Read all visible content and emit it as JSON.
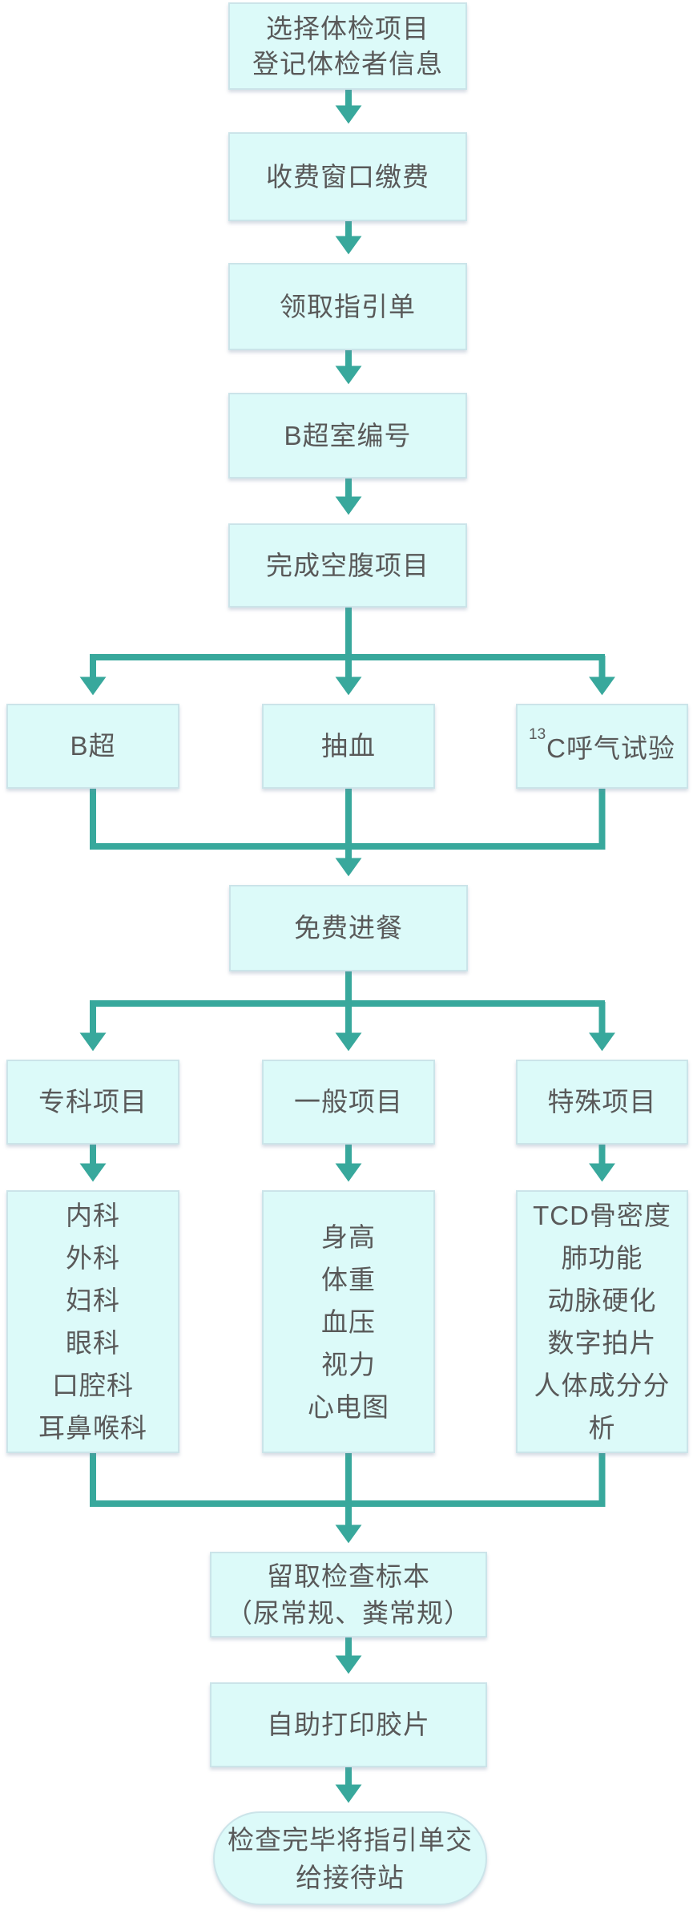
{
  "colors": {
    "box_fill": "#dcfaf9",
    "box_border": "#cbe4e9",
    "arrow": "#38a89c",
    "text": "#595959"
  },
  "nodes": {
    "select_register": {
      "lines": [
        "选择体检项目",
        "登记体检者信息"
      ]
    },
    "pay_fee": {
      "label": "收费窗口缴费"
    },
    "guide_sheet": {
      "label": "领取指引单"
    },
    "b_room_number": {
      "label": "B超室编号"
    },
    "fasting_items": {
      "label": "完成空腹项目"
    },
    "b_ultrasound": {
      "label": "B超"
    },
    "blood_draw": {
      "label": "抽血"
    },
    "c13_breath_test": {
      "sup": "13",
      "label": "C呼气试验"
    },
    "free_meal": {
      "label": "免费进餐"
    },
    "specialist_items": {
      "label": "专科项目"
    },
    "general_items": {
      "label": "一般项目"
    },
    "special_items": {
      "label": "特殊项目"
    },
    "specialist_list": {
      "items": [
        "内科",
        "外科",
        "妇科",
        "眼科",
        "口腔科",
        "耳鼻喉科"
      ]
    },
    "general_list": {
      "items": [
        "身高",
        "体重",
        "血压",
        "视力",
        "心电图"
      ]
    },
    "special_list": {
      "items": [
        "TCD骨密度",
        "肺功能",
        "动脉硬化",
        "数字拍片",
        "人体成分分析"
      ]
    },
    "collect_specimens": {
      "lines": [
        "留取检查标本",
        "（尿常规、粪常规）"
      ]
    },
    "self_print_film": {
      "label": "自助打印胶片"
    },
    "terminal": {
      "label": "检查完毕将指引单交给接待站"
    }
  }
}
